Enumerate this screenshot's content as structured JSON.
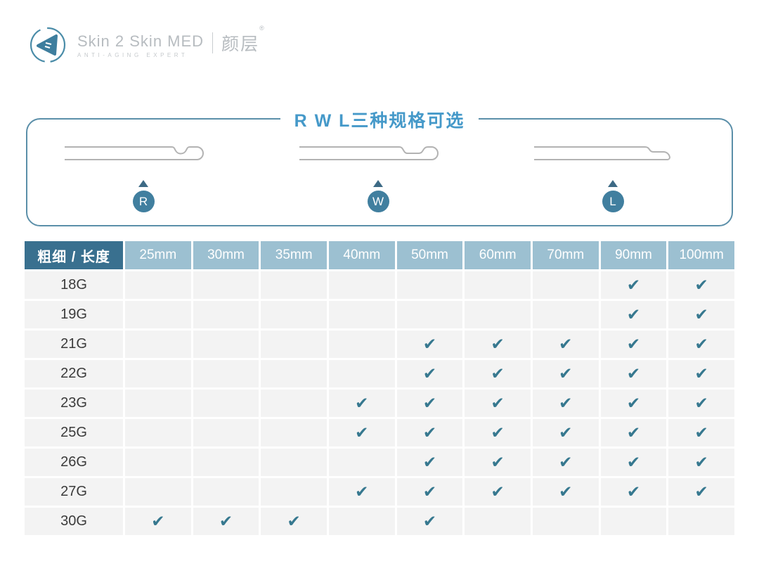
{
  "logo": {
    "brand": "Skin 2 Skin MED",
    "tagline": "ANTI-AGING EXPERT",
    "cn_name": "颜层",
    "registered_mark": "®",
    "accent_color": "#417f9f"
  },
  "section": {
    "title": "R W L三种规格可选",
    "title_color": "#4599c9",
    "types": [
      {
        "label": "R",
        "tip_style": "round-port-tip"
      },
      {
        "label": "W",
        "tip_style": "wide-notch-tip"
      },
      {
        "label": "L",
        "tip_style": "low-step-tip"
      }
    ]
  },
  "table": {
    "corner_label": "粗细 / 长度",
    "columns": [
      "25mm",
      "30mm",
      "35mm",
      "40mm",
      "50mm",
      "60mm",
      "70mm",
      "90mm",
      "100mm"
    ],
    "rows": [
      {
        "gauge": "18G",
        "checks": [
          0,
          0,
          0,
          0,
          0,
          0,
          0,
          1,
          1
        ]
      },
      {
        "gauge": "19G",
        "checks": [
          0,
          0,
          0,
          0,
          0,
          0,
          0,
          1,
          1
        ]
      },
      {
        "gauge": "21G",
        "checks": [
          0,
          0,
          0,
          0,
          1,
          1,
          1,
          1,
          1
        ]
      },
      {
        "gauge": "22G",
        "checks": [
          0,
          0,
          0,
          0,
          1,
          1,
          1,
          1,
          1
        ]
      },
      {
        "gauge": "23G",
        "checks": [
          0,
          0,
          0,
          1,
          1,
          1,
          1,
          1,
          1
        ]
      },
      {
        "gauge": "25G",
        "checks": [
          0,
          0,
          0,
          1,
          1,
          1,
          1,
          1,
          1
        ]
      },
      {
        "gauge": "26G",
        "checks": [
          0,
          0,
          0,
          0,
          1,
          1,
          1,
          1,
          1
        ]
      },
      {
        "gauge": "27G",
        "checks": [
          0,
          0,
          0,
          1,
          1,
          1,
          1,
          1,
          1
        ]
      },
      {
        "gauge": "30G",
        "checks": [
          1,
          1,
          1,
          0,
          1,
          0,
          0,
          0,
          0
        ]
      }
    ],
    "check_glyph": "✔",
    "check_color": "#36788f",
    "header_bg_dark": "#39708f",
    "header_bg_light": "#9cc0d1",
    "cell_bg": "#f3f3f3"
  }
}
